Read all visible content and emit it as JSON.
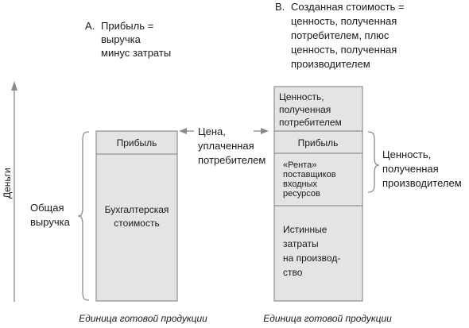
{
  "panel_a": {
    "marker": "A.",
    "lines": [
      "Прибыль =",
      "выручка",
      "минус затраты"
    ]
  },
  "panel_b": {
    "marker": "B.",
    "lines": [
      "Созданная стоимость =",
      "ценность, полученная",
      "потребителем, плюс",
      "ценность, полученная",
      "производителем"
    ]
  },
  "axis": {
    "label": "Деньги"
  },
  "left_column": {
    "profit": "Прибыль",
    "accounting_cost": [
      "Бухгалтерская",
      "стоимость"
    ],
    "caption": "Единица готовой продукции"
  },
  "right_column": {
    "consumer_value": [
      "Ценность,",
      "полученная",
      "потребителем"
    ],
    "profit": "Прибыль",
    "supplier_rent": [
      "«Рента»",
      "поставщиков",
      "входных",
      "ресурсов"
    ],
    "true_costs": [
      "Истинные",
      "затраты",
      "на производ-",
      "ство"
    ],
    "caption": "Единица готовой продукции"
  },
  "labels": {
    "total_revenue": [
      "Общая",
      "выручка"
    ],
    "price": [
      "Цена,",
      "уплаченная",
      "потребителем"
    ],
    "producer_value": [
      "Ценность,",
      "полученная",
      "производителем"
    ]
  }
}
